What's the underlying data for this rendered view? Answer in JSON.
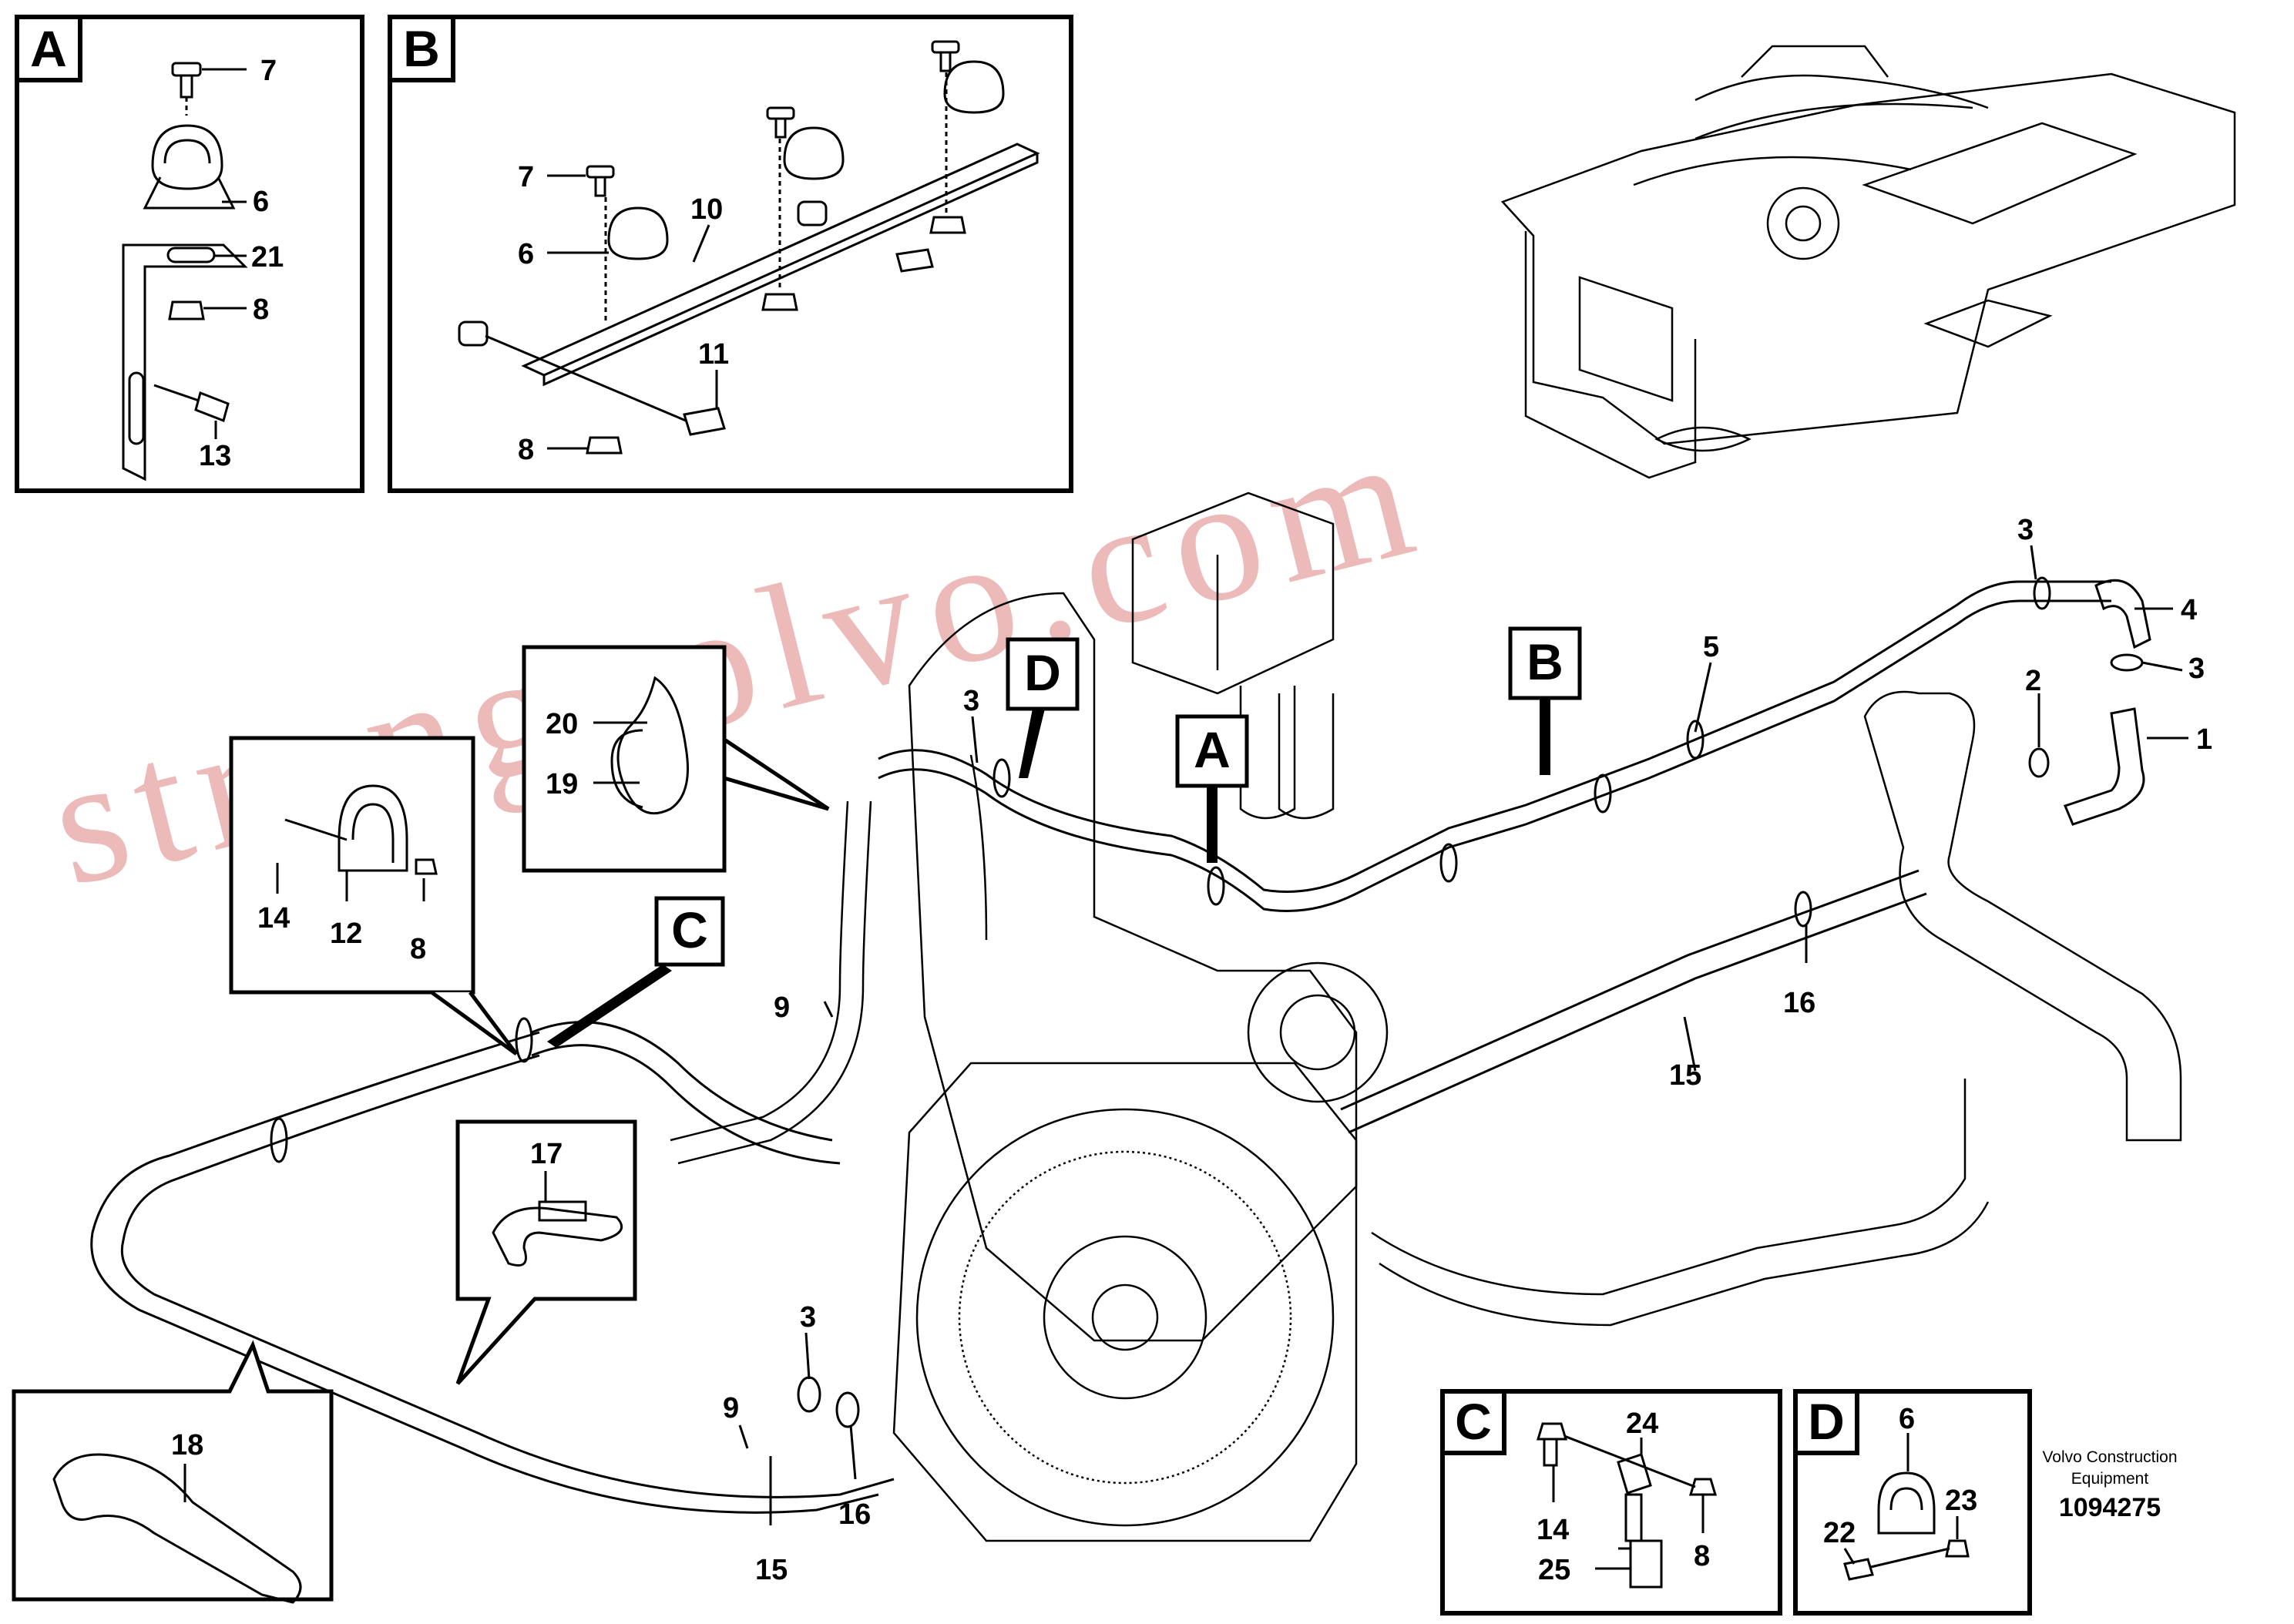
{
  "watermark": "strongvolvo.com",
  "footer": {
    "brand_line1": "Volvo Construction",
    "brand_line2": "Equipment",
    "drawing_number": "1094275"
  },
  "detail_boxes": {
    "A": "A",
    "B": "B",
    "C": "C",
    "D": "D"
  },
  "pointer_tags": {
    "A": "A",
    "B": "B",
    "C": "C",
    "D": "D"
  },
  "callouts": {
    "a_7": "7",
    "a_6": "6",
    "a_21": "21",
    "a_8": "8",
    "a_13": "13",
    "b_7": "7",
    "b_6": "6",
    "b_10": "10",
    "b_11": "11",
    "b_8": "8",
    "m_3_top": "3",
    "m_4": "4",
    "m_3_mid": "3",
    "m_2": "2",
    "m_1": "1",
    "m_5": "5",
    "m_3_left": "3",
    "m_16_right": "16",
    "m_15_right": "15",
    "m_9_left": "9",
    "m_20": "20",
    "m_19": "19",
    "m_14": "14",
    "m_12": "12",
    "m_8": "8",
    "m_17": "17",
    "m_18": "18",
    "m_3_low": "3",
    "m_9_low": "9",
    "m_16_low": "16",
    "m_15_low": "15",
    "c_24": "24",
    "c_14": "14",
    "c_8": "8",
    "c_25": "25",
    "d_6": "6",
    "d_23": "23",
    "d_22": "22"
  }
}
